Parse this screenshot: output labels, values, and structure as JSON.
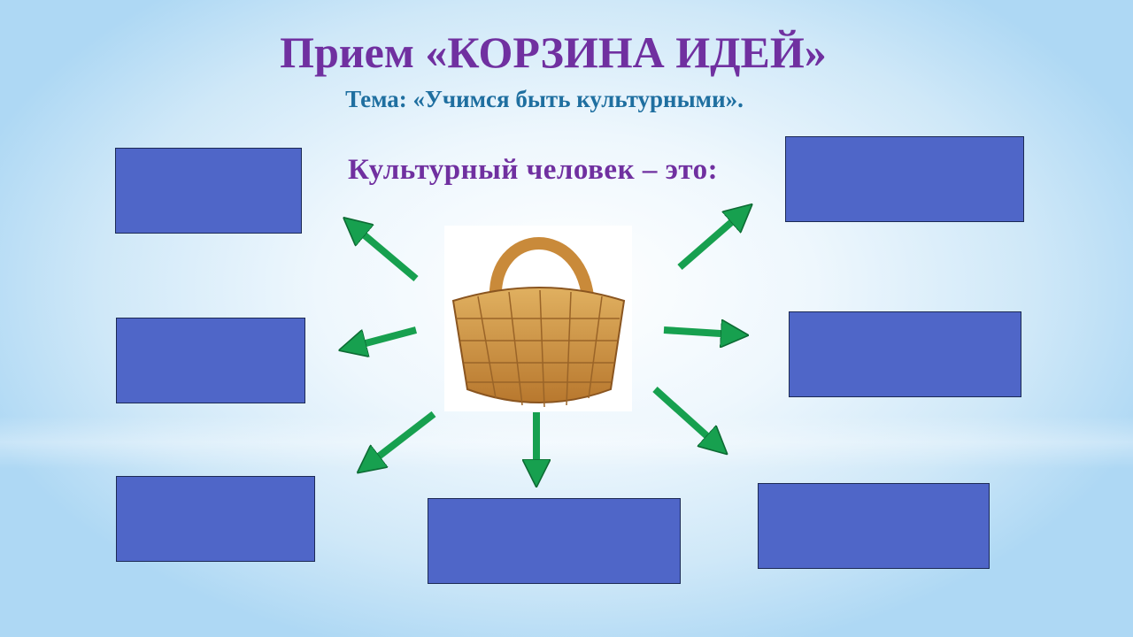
{
  "title": "Прием «КОРЗИНА ИДЕЙ»",
  "subtitle": "Тема: «Учимся быть культурными».",
  "lead": "Культурный человек – это:",
  "colors": {
    "box": "#4f66c8",
    "arrow": "#17a04f",
    "title": "#7030a0",
    "subtitle": "#1f6fa0"
  },
  "answer_boxes": [
    "",
    "",
    "",
    "",
    "",
    "",
    ""
  ]
}
